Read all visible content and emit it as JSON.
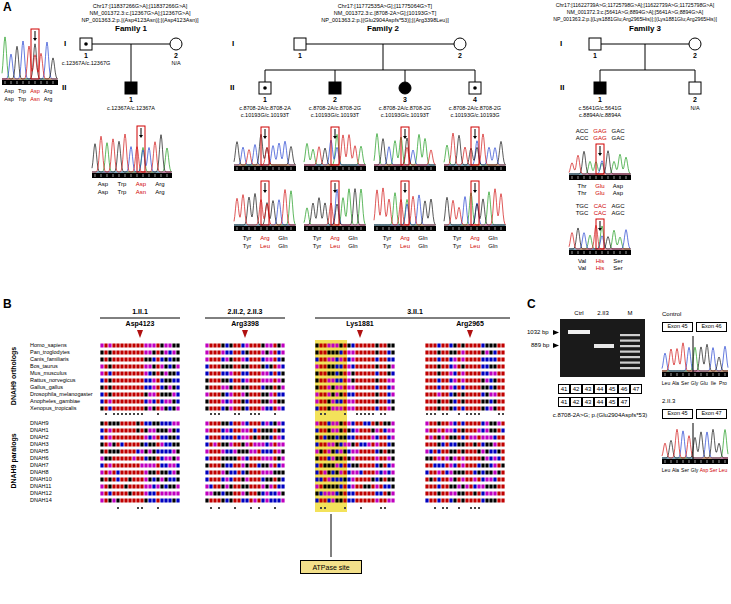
{
  "diagram": {
    "nodes": [
      {
        "text": [
          "41"
        ]
      },
      {
        "text": [
          "42"
        ]
      },
      {
        "text": [
          "43"
        ]
      },
      {
        "text": [
          "44"
        ]
      },
      {
        "text": [
          "45"
        ]
      },
      {
        "text": [
          "46"
        ]
      },
      {
        "text": [
          "47"
        ]
      },
      {
        "text": [
          "41"
        ]
      },
      {
        "text": [
          "42"
        ]
      },
      {
        "text": [
          "43"
        ]
      },
      {
        "text": [
          "44"
        ]
      },
      {
        "text": [
          "45"
        ]
      },
      {
        "text": [
          "47"
        ]
      },
      {
        "text": [
          "Exon 45"
        ]
      },
      {
        "text": [
          "Exon 46"
        ]
      },
      {
        "text": [
          "Exon 45"
        ]
      },
      {
        "text": [
          "Exon 47"
        ]
      },
      {
        "text": [
          "ATPase site"
        ]
      }
    ],
    "labels": [
      "A",
      "Chr17:[11837266G>A];[11837266G>A]",
      "NM_001372.3:c.[12367G>A];[12367G>A]",
      "NP_001363.2:p.[(Asp4123Asn)];[(Asp4123Asn)]",
      "Family 1",
      "I",
      "1",
      "c.12367A/c.12367G",
      "2",
      "N/A",
      "II",
      "1",
      "c.12367A/c.12367A",
      "Asp",
      "Trp",
      "Asp",
      "Arg",
      "Asp",
      "Trp",
      "Asn",
      "Arg",
      "Asp",
      "Trp",
      "Asp",
      "Arg",
      "Asp",
      "Trp",
      "Asn",
      "Arg",
      "Chr17:[11772535A>G];[11775064G>T]",
      "NM_001372.3:c.[8708-2A>G];[10193G>T]",
      "NP_001363.2:p.[(Glu2904Aspfs*53)];[(Arg3398Leu)]",
      "Family 2",
      "I",
      "1",
      "2",
      "II",
      "1",
      "c.8708-2A/c.8708-2A",
      "c.10193G/c.10193T",
      "2",
      "c.8708-2A/c.8708-2G",
      "c.10193G/c.10193T",
      "3",
      "c.8708-2A/c.8708-2G",
      "c.10193G/c.10193T",
      "4",
      "c.8708-2A/c.8708-2G",
      "c.10193G/c.10193G",
      "Tyr",
      "Arg",
      "Gln",
      "Tyr",
      "Leu",
      "Gln",
      "Tyr",
      "Arg",
      "Gln",
      "Tyr",
      "Leu",
      "Gln",
      "Tyr",
      "Arg",
      "Gln",
      "Tyr",
      "Leu",
      "Gln",
      "Tyr",
      "Arg",
      "Gln",
      "Tyr",
      "Leu",
      "Gln",
      "Chr17:[11622739A>G;11725798G>A];[11622739A>G;11725798G>A]",
      "NM_001372.3:c.[5641A>G;8894G>A];[5641A>G;8894G>A]",
      "NP_001363.2:p.[(Lys1881Glu;Arg2965His)];[(Lys1881Glu;Arg2965His)]",
      "Family 3",
      "I",
      "1",
      "2",
      "II",
      "1",
      "c.5641G/c.5641G",
      "c.8894A/c.8894A",
      "2",
      "N/A",
      "ACC",
      "GAG",
      "GAC",
      "ACC",
      "GAG",
      "GAC",
      "Thr",
      "Glu",
      "Asp",
      "Thr",
      "Glu",
      "Asp",
      "TGC",
      "CAC",
      "AGC",
      "TGC",
      "CAC",
      "AGC",
      "Val",
      "His",
      "Ser",
      "Val",
      "His",
      "Ser",
      "B",
      "1.II.1",
      "2.II.2, 2.II.3",
      "3.II.1",
      "Asp4123",
      "Arg3398",
      "Lys1881",
      "Arg2965",
      "DNAH9 orthologs",
      "DNAH9 paralogs",
      "Homo_sapiens",
      "Pan_troglodytes",
      "Canis_familiaris",
      "Bos_taurus",
      "Mus_musculus",
      "Rattus_norvegicus",
      "Gallus_gallus",
      "Drosophila_melanogaster",
      "Anopheles_gambiae",
      "Xenopus_tropicalis",
      "DNAH9",
      "DNAH1",
      "DNAH2",
      "DNAH3",
      "DNAH5",
      "DNAH6",
      "DNAH7",
      "DNAH8",
      "DNAH10",
      "DNAH11",
      "DNAH12",
      "DNAH14",
      "C",
      "Ctrl",
      "2.II3",
      "M",
      "1032 bp",
      "889 bp",
      "c.8708-2A>G; p.(Glu2904Aspfs*53)",
      "Control",
      "Leu",
      "Ala",
      "Ser",
      "Gly",
      "Glu",
      "Ile",
      "Pro",
      "2.II.3",
      "Leu",
      "Ala",
      "Ser",
      "Gly",
      "Asp",
      "Ser",
      "Leu"
    ]
  }
}
